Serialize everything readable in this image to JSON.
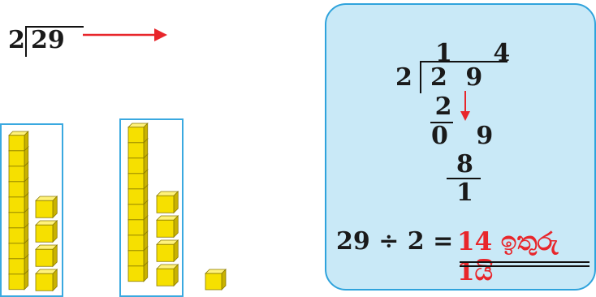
{
  "problem": {
    "divisor": "2",
    "dividend": "29"
  },
  "long_division": {
    "quotient": "1 4",
    "divisor": "2",
    "dividend": "2 9",
    "subtract_1": "2",
    "remainder_1": "0 9",
    "subtract_2": "8",
    "remainder_2": "1"
  },
  "equation": {
    "left": "29 ÷ 2 =",
    "answer": "14 ඉතුරු 1යි"
  },
  "blocks": {
    "group_1": {
      "tens": 1,
      "ones": 4
    },
    "group_2": {
      "tens": 1,
      "ones": 4
    },
    "leftover_ones": 1
  },
  "colors": {
    "block": "#f6e000",
    "frame": "#3aa9e0",
    "arrow": "#e8262b",
    "panel": "#c9e9f7"
  }
}
